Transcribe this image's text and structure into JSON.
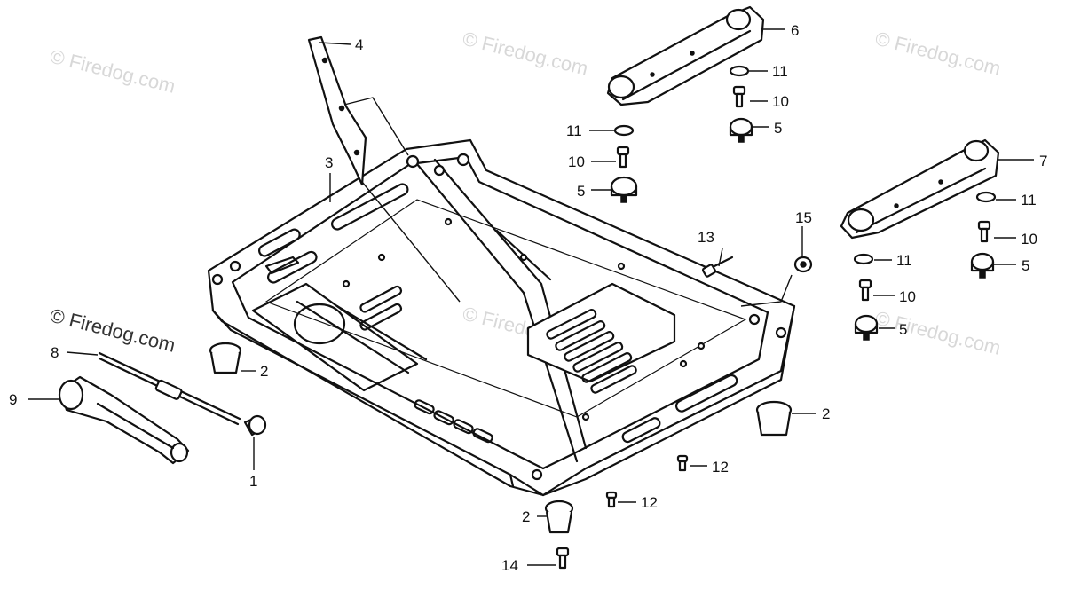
{
  "watermark_text": "© Firedog.com",
  "callouts": {
    "c1": "1",
    "c2a": "2",
    "c2b": "2",
    "c2c": "2",
    "c3": "3",
    "c4": "4",
    "c5a": "5",
    "c5b": "5",
    "c5c": "5",
    "c5d": "5",
    "c6": "6",
    "c7": "7",
    "c8": "8",
    "c9": "9",
    "c10a": "10",
    "c10b": "10",
    "c10c": "10",
    "c10d": "10",
    "c11a": "11",
    "c11b": "11",
    "c11c": "11",
    "c11d": "11",
    "c12a": "12",
    "c12b": "12",
    "c13": "13",
    "c14": "14",
    "c15": "15"
  }
}
